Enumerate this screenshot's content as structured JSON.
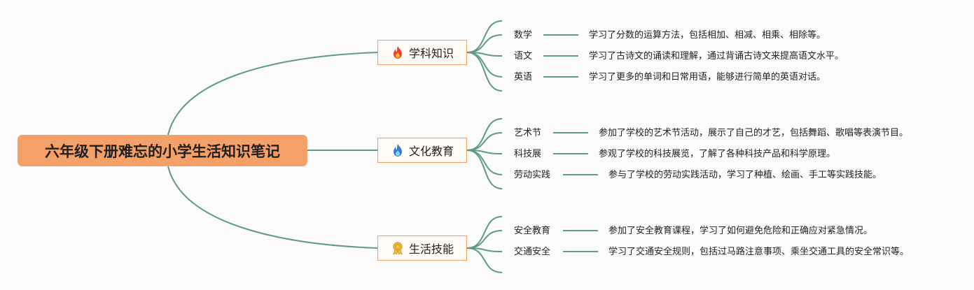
{
  "root": {
    "label": "六年级下册难忘的小学生活知识笔记"
  },
  "link_color": "#5e9a86",
  "branches": [
    {
      "label": "学科知识",
      "icon": "fire-icon",
      "items": [
        {
          "label": "数学",
          "desc": "学习了分数的运算方法，包括相加、相减、相乘、相除等。"
        },
        {
          "label": "语文",
          "desc": "学习了古诗文的诵读和理解，通过背诵古诗文来提高语文水平。"
        },
        {
          "label": "英语",
          "desc": "学习了更多的单词和日常用语，能够进行简单的英语对话。"
        }
      ]
    },
    {
      "label": "文化教育",
      "icon": "blue-flame-icon",
      "items": [
        {
          "label": "艺术节",
          "desc": "参加了学校的艺术节活动，展示了自己的才艺，包括舞蹈、歌唱等表演节目。"
        },
        {
          "label": "科技展",
          "desc": "参观了学校的科技展览，了解了各种科技产品和科学原理。"
        },
        {
          "label": "劳动实践",
          "desc": "参与了学校的劳动实践活动，学习了种植、绘画、手工等实践技能。"
        }
      ]
    },
    {
      "label": "生活技能",
      "icon": "medal-icon",
      "items": [
        {
          "label": "安全教育",
          "desc": "参加了安全教育课程，学习了如何避免危险和正确应对紧急情况。"
        },
        {
          "label": "交通安全",
          "desc": "学习了交通安全规则，包括过马路注意事项、乘坐交通工具的安全常识等。"
        }
      ]
    }
  ]
}
